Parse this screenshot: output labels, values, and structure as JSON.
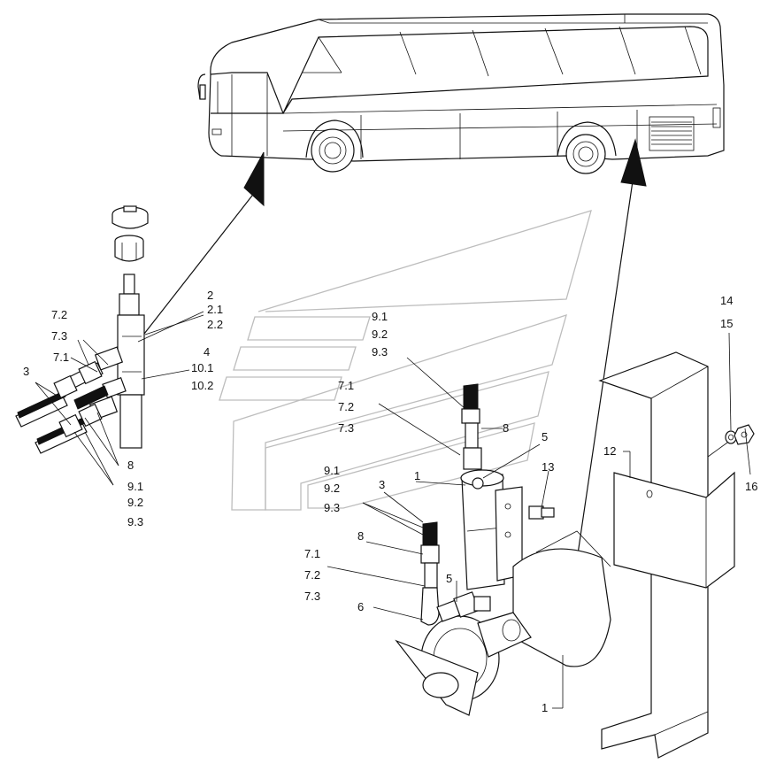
{
  "labels": {
    "left": {
      "l2": "2",
      "l2_1": "2.1",
      "l2_2": "2.2",
      "l4": "4",
      "l10_1": "10.1",
      "l10_2": "10.2",
      "l7_2": "7.2",
      "l7_3": "7.3",
      "l7_1": "7.1",
      "l3": "3",
      "l8": "8",
      "l9_1": "9.1",
      "l9_2": "9.2",
      "l9_3": "9.3"
    },
    "center_top": {
      "l9_1": "9.1",
      "l9_2": "9.2",
      "l9_3": "9.3",
      "l7_1": "7.1",
      "l7_2": "7.2",
      "l7_3": "7.3",
      "l8": "8",
      "l5": "5",
      "l1": "1"
    },
    "center_bottom": {
      "l9_1": "9.1",
      "l9_2": "9.2",
      "l9_3": "9.3",
      "l3": "3",
      "l13": "13",
      "l8": "8",
      "l7_1": "7.1",
      "l7_2": "7.2",
      "l7_3": "7.3",
      "l5": "5",
      "l6": "6",
      "l1": "1"
    },
    "right": {
      "l14": "14",
      "l15": "15",
      "l12": "12",
      "l16": "16"
    }
  }
}
